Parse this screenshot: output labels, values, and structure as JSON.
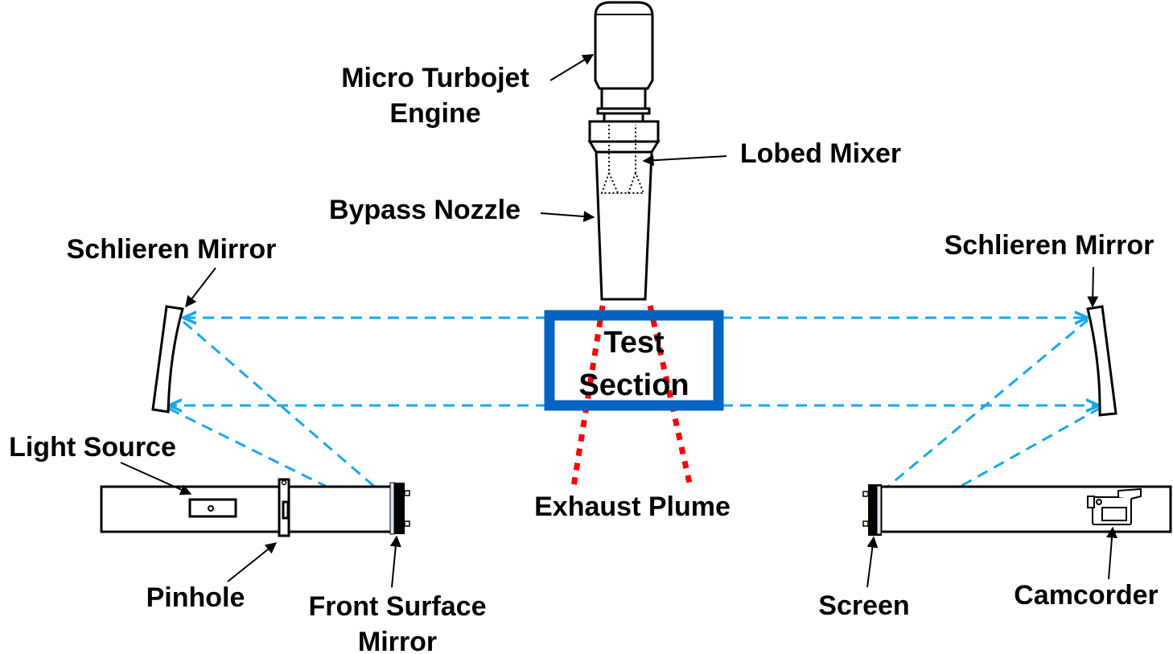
{
  "title": "Schlieren visualization setup for micro turbojet with lobed mixer",
  "colors": {
    "light_ray": "#1aa7e8",
    "exhaust_plume": "#ff0000",
    "test_section": "#0563c1",
    "outline": "#000000"
  },
  "labels": {
    "engine_line1": "Micro Turbojet",
    "engine_line2": "Engine",
    "lobed_mixer": "Lobed Mixer",
    "bypass_nozzle": "Bypass Nozzle",
    "schlieren_mirror_left": "Schlieren Mirror",
    "schlieren_mirror_right": "Schlieren Mirror",
    "test_section_line1": "Test",
    "test_section_line2": "Section",
    "light_source": "Light Source",
    "exhaust_plume": "Exhaust Plume",
    "pinhole": "Pinhole",
    "front_surface_mirror_line1": "Front Surface",
    "front_surface_mirror_line2": "Mirror",
    "screen": "Screen",
    "camcorder": "Camcorder"
  },
  "icons": [
    "engine-icon",
    "lobed-mixer-icon",
    "nozzle-icon",
    "mirror-icon",
    "light-source-icon",
    "pinhole-icon",
    "screen-icon",
    "camcorder-icon",
    "arrow-icon"
  ]
}
